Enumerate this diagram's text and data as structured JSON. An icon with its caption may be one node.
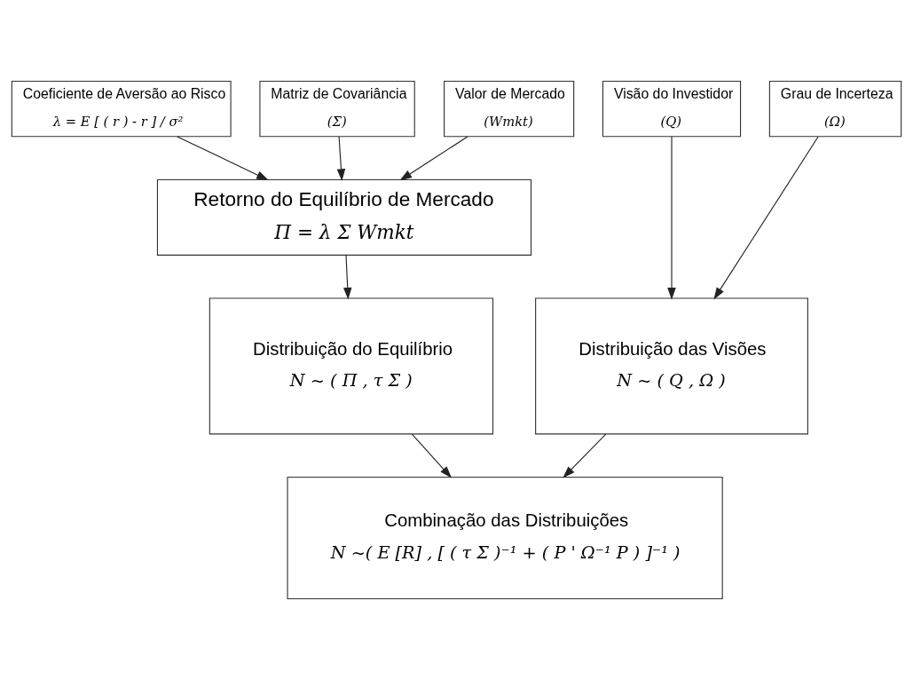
{
  "diagram": {
    "nodes": [
      {
        "text": [
          "Coeficiente de Aversão ao Risco",
          "λ = E [ ( r ) - r ] / σ²"
        ]
      },
      {
        "text": [
          "Matriz de Covariância",
          "(Σ)"
        ]
      },
      {
        "text": [
          "Valor de Mercado",
          "(Wmkt)"
        ]
      },
      {
        "text": [
          "Visão do Investidor",
          "(Q)"
        ]
      },
      {
        "text": [
          "Grau de Incerteza",
          "(Ω)"
        ]
      },
      {
        "text": [
          "Retorno do Equilíbrio de Mercado",
          "Π = λ Σ Wmkt"
        ]
      },
      {
        "text": [
          "Distribuição do Equilíbrio",
          "N ~ ( Π , τ Σ )"
        ]
      },
      {
        "text": [
          "Distribuição das Visões",
          "N ~ ( Q , Ω )"
        ]
      },
      {
        "text": [
          "Combinação das Distribuições",
          "N ~( E [R] , [ ( τ Σ )⁻¹ + ( P ' Ω⁻¹ P ) ]⁻¹ )"
        ]
      }
    ],
    "edges": [
      {
        "from": 0,
        "to": 5,
        "arrow": "to"
      },
      {
        "from": 1,
        "to": 5,
        "arrow": "to"
      },
      {
        "from": 2,
        "to": 5,
        "arrow": "to"
      },
      {
        "from": 3,
        "to": 7,
        "arrow": "to"
      },
      {
        "from": 4,
        "to": 7,
        "arrow": "to"
      },
      {
        "from": 5,
        "to": 6,
        "arrow": "to"
      },
      {
        "from": 6,
        "to": 8,
        "arrow": "to"
      },
      {
        "from": 7,
        "to": 8,
        "arrow": "to"
      }
    ]
  }
}
